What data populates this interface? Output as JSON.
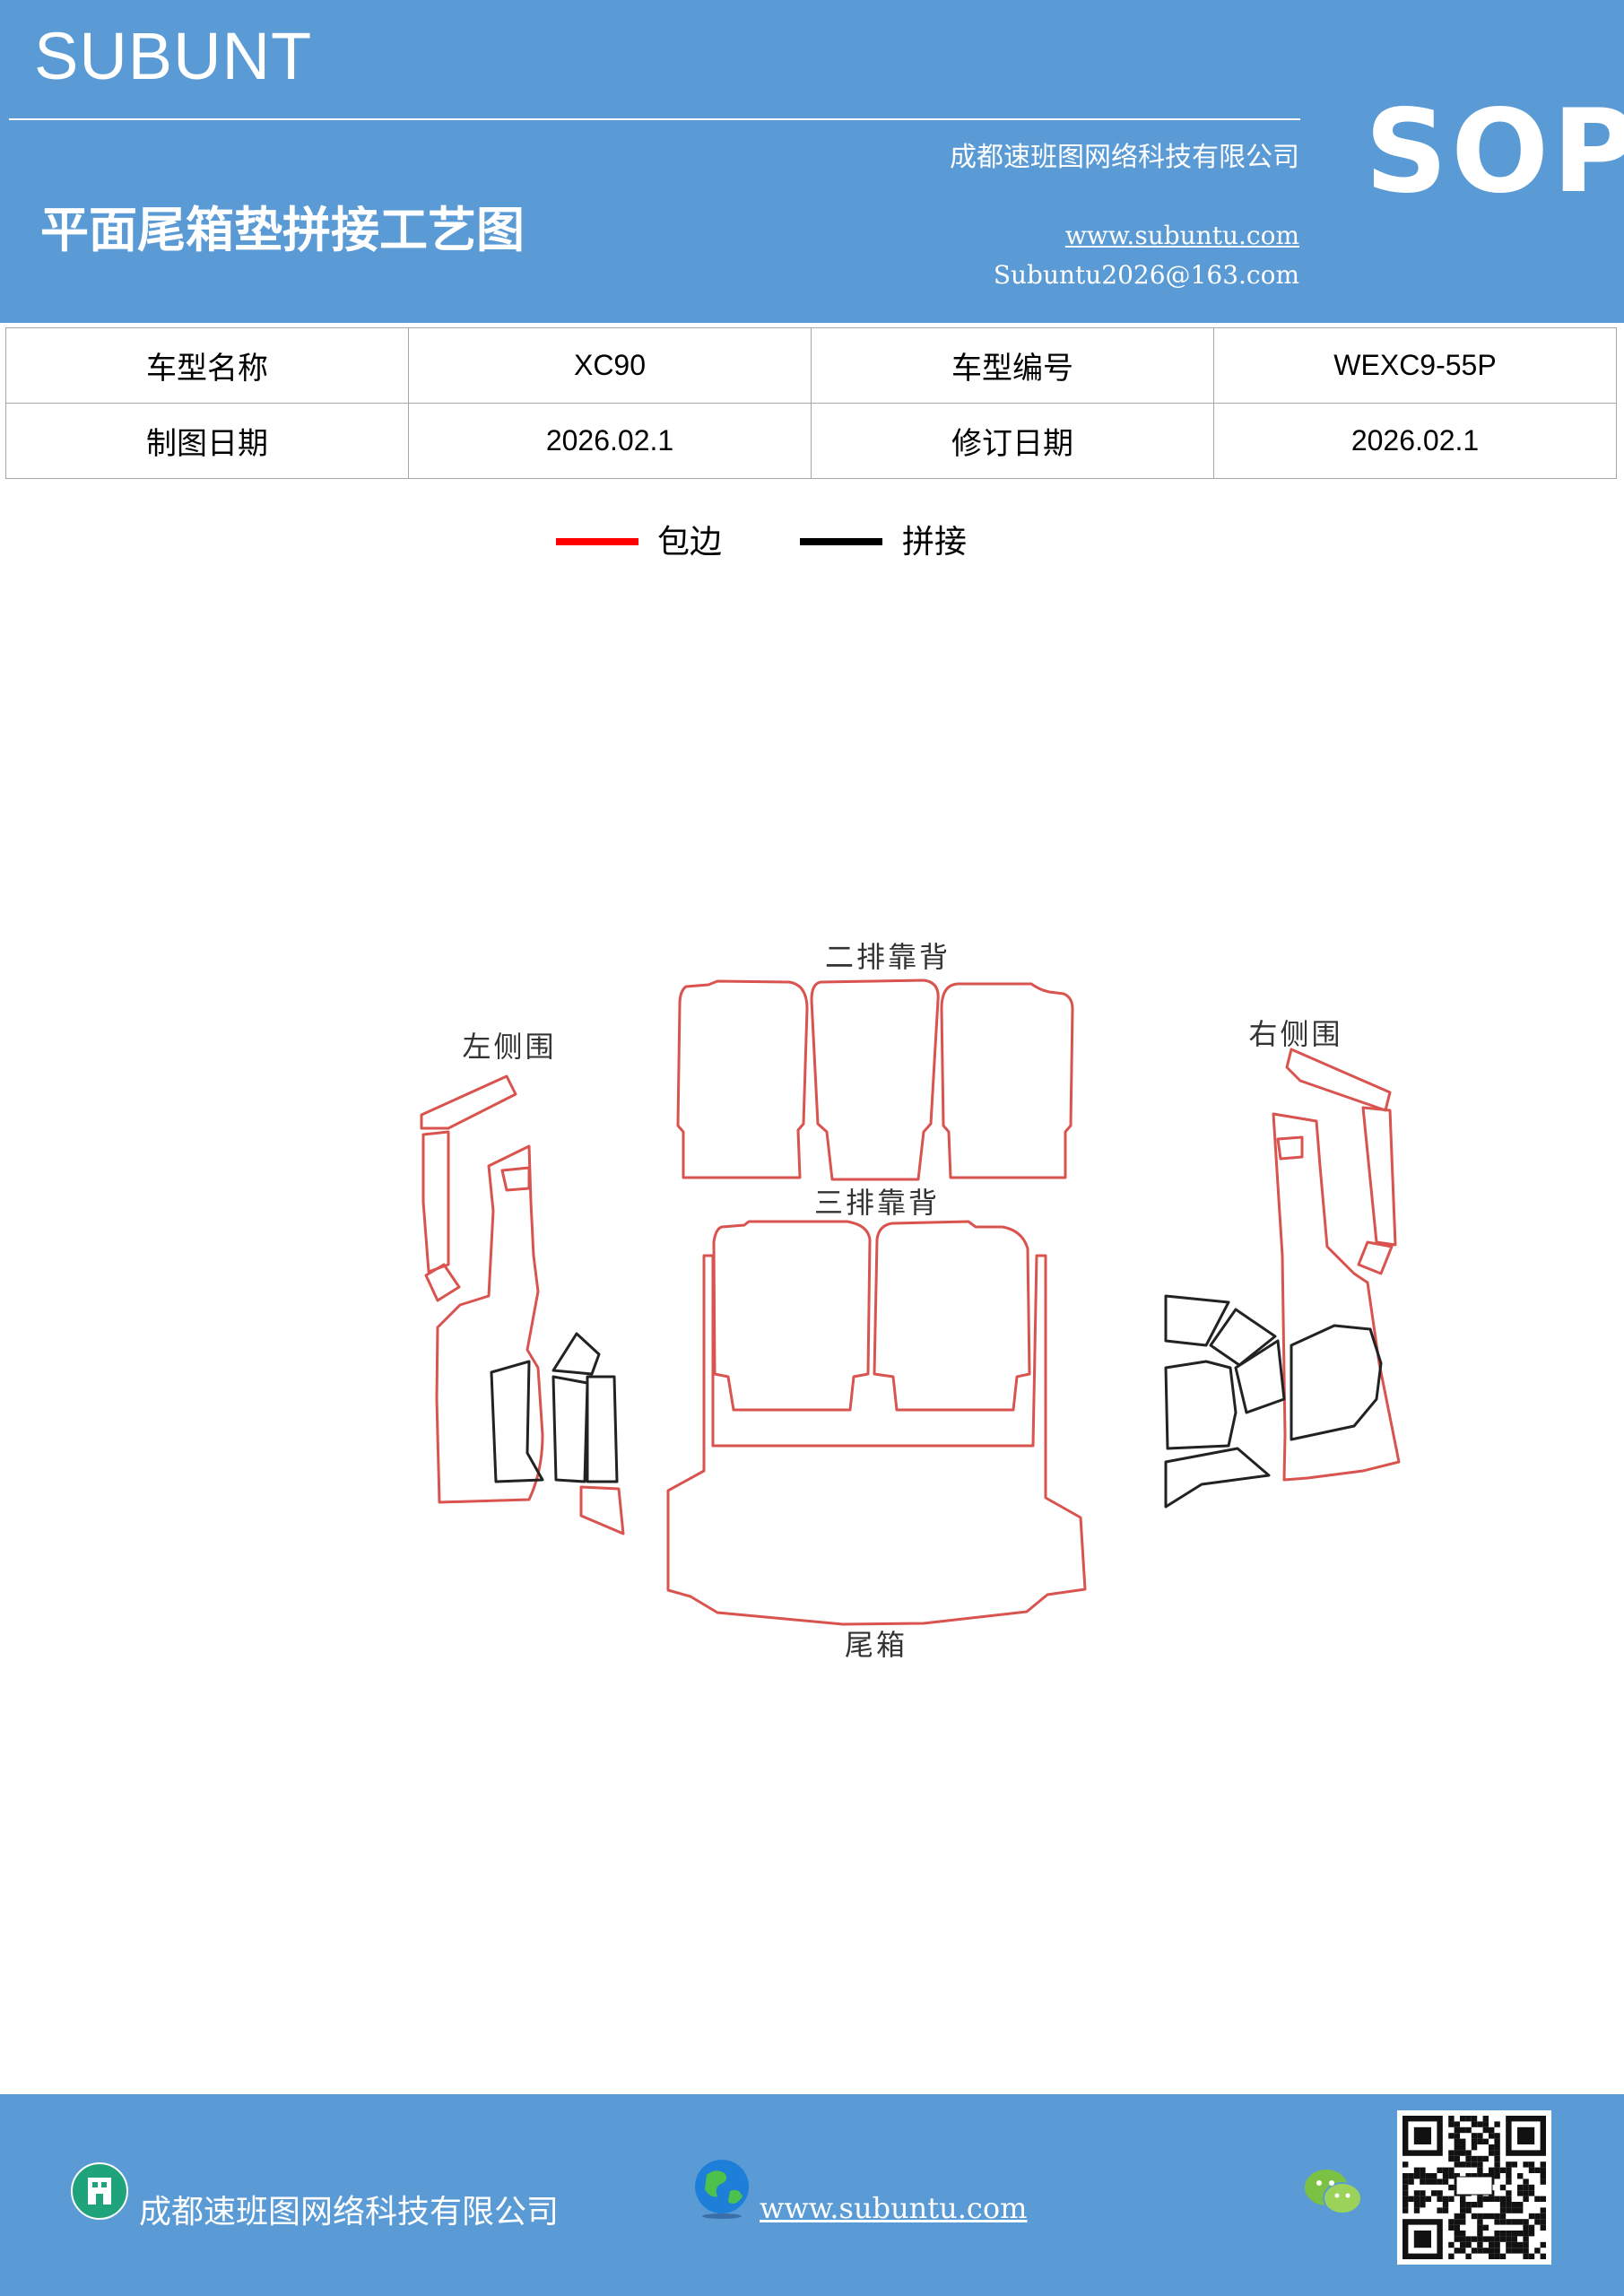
{
  "header": {
    "brand": "SUBUNT",
    "company": "成都速班图网络科技有限公司",
    "title": "平面尾箱垫拼接工艺图",
    "website": "www.subuntu.com",
    "email": "Subuntu2026@163.com",
    "badge": "SOP",
    "background_color": "#5b9bd5"
  },
  "info_table": {
    "rows": [
      {
        "label1": "车型名称",
        "value1": "XC90",
        "label2": "车型编号",
        "value2": "WEXC9-55P"
      },
      {
        "label1": "制图日期",
        "value1": "2026.02.1",
        "label2": "修订日期",
        "value2": "2026.02.1"
      }
    ]
  },
  "legend": {
    "items": [
      {
        "label": "包边",
        "color": "#ff0000"
      },
      {
        "label": "拼接",
        "color": "#000000"
      }
    ]
  },
  "diagram": {
    "edge_color": "#d9534f",
    "seam_color": "#222222",
    "labels": {
      "second_row": "二排靠背",
      "third_row": "三排靠背",
      "left_side": "左侧围",
      "right_side": "右侧围",
      "trunk": "尾箱"
    }
  },
  "footer": {
    "company": "成都速班图网络科技有限公司",
    "website": "www.subuntu.com",
    "icons": [
      "building-icon",
      "globe-icon",
      "wechat-icon",
      "qr-code"
    ]
  }
}
